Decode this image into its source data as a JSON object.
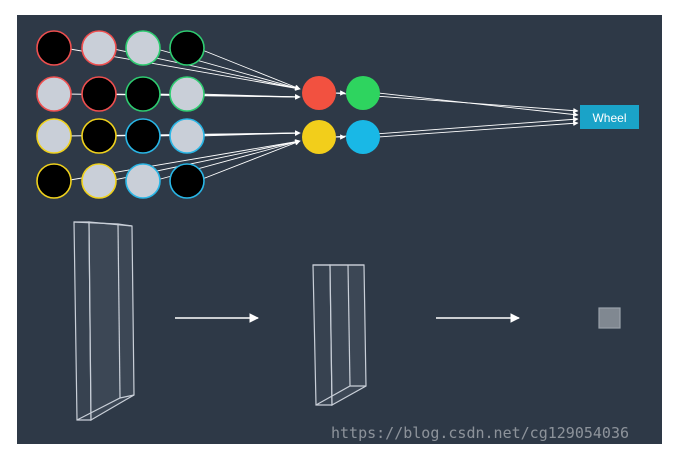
{
  "diagram": {
    "background_color": "#2e3947",
    "input_grid": {
      "rows": [
        {
          "border_color": "#ef4f4f",
          "fills": [
            "black",
            "light",
            "light",
            "black"
          ],
          "border_overrides": [
            null,
            null,
            "#2ecc71",
            "#2ecc71"
          ]
        },
        {
          "border_color": "#ef4f4f",
          "fills": [
            "light",
            "black",
            "black",
            "light"
          ],
          "border_overrides": [
            null,
            null,
            "#2ecc71",
            "#2ecc71"
          ]
        },
        {
          "border_color": "#f0d21c",
          "fills": [
            "light",
            "black",
            "black",
            "light"
          ],
          "border_overrides": [
            null,
            null,
            "#29b6e6",
            "#29b6e6"
          ]
        },
        {
          "border_color": "#f0d21c",
          "fills": [
            "black",
            "light",
            "light",
            "black"
          ],
          "border_overrides": [
            null,
            null,
            "#29b6e6",
            "#29b6e6"
          ]
        }
      ],
      "black_fill": "#000000",
      "light_fill": "#c9cfd8"
    },
    "hidden_nodes": [
      {
        "name": "red-node",
        "color": "#f25140"
      },
      {
        "name": "green-node",
        "color": "#2ed45f"
      },
      {
        "name": "yellow-node",
        "color": "#f2ce1b"
      },
      {
        "name": "cyan-node",
        "color": "#19b8e6"
      }
    ],
    "output": {
      "label": "Wheel",
      "color": "#1aa3c8"
    },
    "arrow_color": "#ffffff",
    "volume_line_color": "#c9cfd8"
  },
  "watermark": "https://blog.csdn.net/cg129054036"
}
